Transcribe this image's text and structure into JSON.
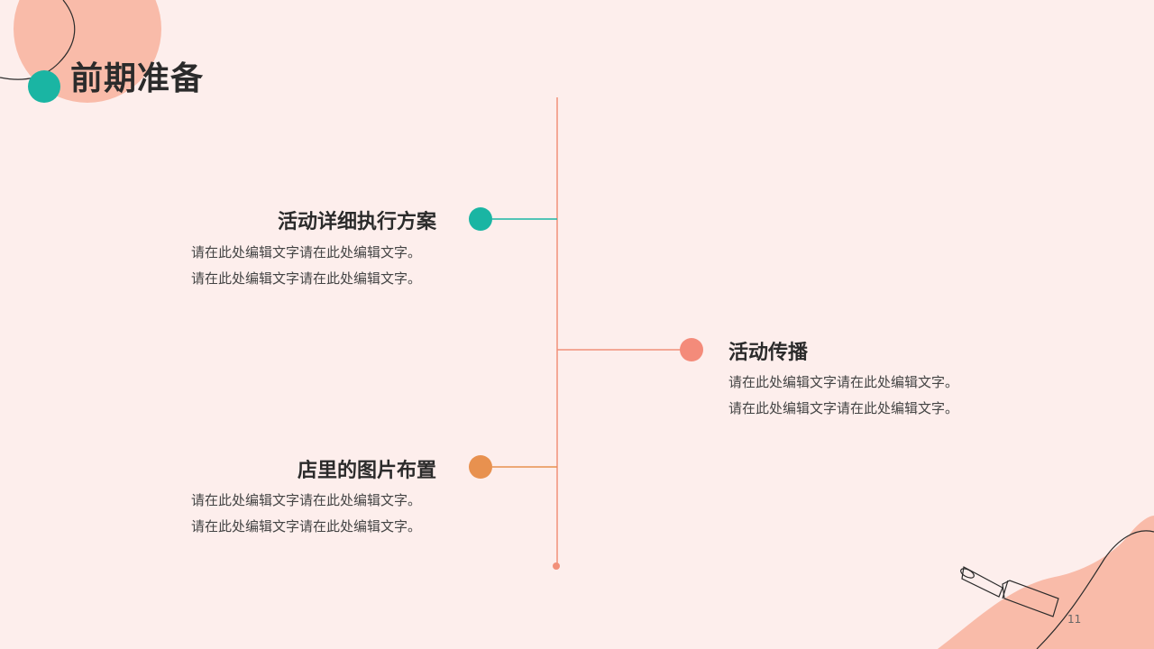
{
  "slide": {
    "title": "前期准备",
    "page_number": "11"
  },
  "items": [
    {
      "title": "活动详细执行方案",
      "lines": [
        "请在此处编辑文字请在此处编辑文字。",
        "请在此处编辑文字请在此处编辑文字。"
      ],
      "dot_color": "#1ab5a3"
    },
    {
      "title": "活动传播",
      "lines": [
        "请在此处编辑文字请在此处编辑文字。",
        "请在此处编辑文字请在此处编辑文字。"
      ],
      "dot_color": "#f48b7a"
    },
    {
      "title": "店里的图片布置",
      "lines": [
        "请在此处编辑文字请在此处编辑文字。",
        "请在此处编辑文字请在此处编辑文字。"
      ],
      "dot_color": "#e8914f"
    }
  ],
  "colors": {
    "background": "#fdeeec",
    "blob": "#f9bba9",
    "teal": "#1ab5a3",
    "timeline": "#f2907a"
  },
  "icons": [
    "lipstick-icon"
  ]
}
